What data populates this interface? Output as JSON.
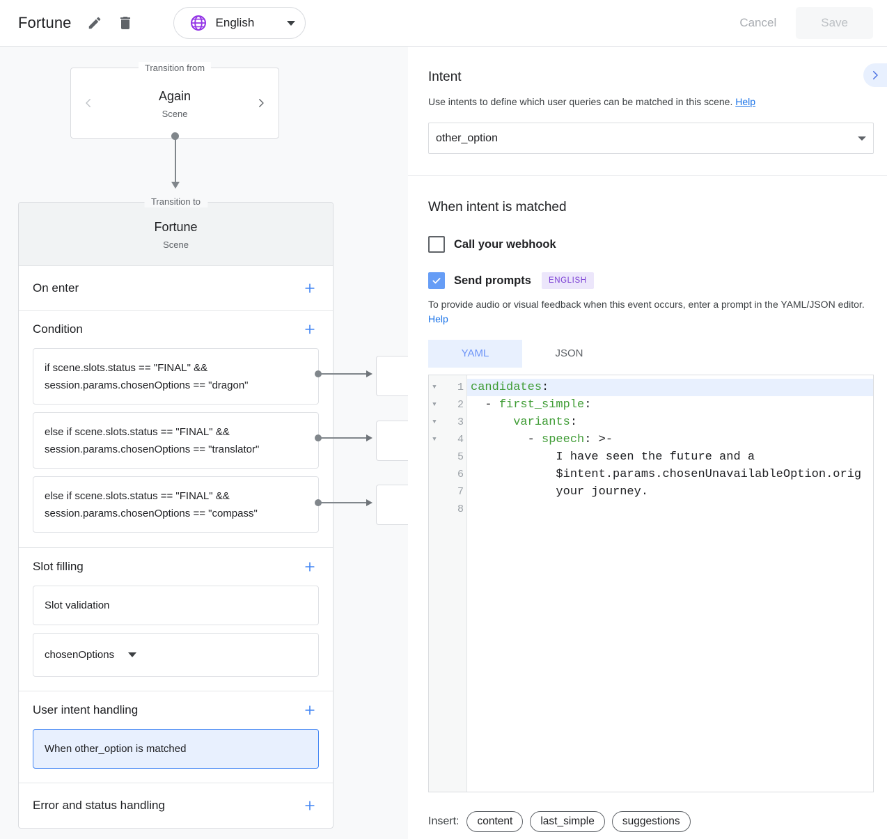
{
  "topbar": {
    "scene_title": "Fortune",
    "edit_icon": "pencil-icon",
    "delete_icon": "trash-icon",
    "language": "English",
    "globe_icon": "globe-icon",
    "cancel_label": "Cancel",
    "save_label": "Save"
  },
  "left": {
    "transition_from": {
      "legend": "Transition from",
      "name": "Again",
      "type": "Scene"
    },
    "transition_to": {
      "legend": "Transition to",
      "name": "Fortune",
      "type": "Scene"
    },
    "sections": [
      {
        "title": "On enter",
        "add": "+"
      },
      {
        "title": "Condition",
        "add": "+"
      },
      {
        "title": "Slot filling",
        "add": "+"
      },
      {
        "title": "User intent handling",
        "add": "+"
      },
      {
        "title": "Error and status handling",
        "add": "+"
      }
    ],
    "conditions": [
      "if scene.slots.status == \"FINAL\" && session.params.chosenOptions == \"dragon\"",
      "else if scene.slots.status == \"FINAL\" && session.params.chosenOptions == \"translator\"",
      "else if scene.slots.status == \"FINAL\" && session.params.chosenOptions == \"compass\""
    ],
    "slot_filling": [
      {
        "label": "Slot validation",
        "has_caret": false
      },
      {
        "label": "chosenOptions",
        "has_caret": true
      }
    ],
    "user_intent_handling": [
      {
        "label": "When other_option is matched",
        "selected": true
      }
    ]
  },
  "right": {
    "expand_icon": "chevron-right-icon",
    "intent": {
      "heading": "Intent",
      "description": "Use intents to define which user queries can be matched in this scene.",
      "help_label": "Help",
      "selected_intent": "other_option"
    },
    "when_matched": {
      "heading": "When intent is matched",
      "webhook_label": "Call your webhook",
      "webhook_checked": false,
      "prompts_label": "Send prompts",
      "prompts_checked": true,
      "language_badge": "ENGLISH",
      "description": "To provide audio or visual feedback when this event occurs, enter a prompt in the YAML/JSON editor.",
      "help_label": "Help"
    },
    "editor_tabs": [
      {
        "label": "YAML",
        "active": true
      },
      {
        "label": "JSON",
        "active": false
      }
    ],
    "editor": {
      "lines": [
        {
          "num": "1",
          "fold": true,
          "highlight": true,
          "segments": [
            {
              "t": "candidates",
              "c": "k"
            },
            {
              "t": ":",
              "c": "p"
            }
          ]
        },
        {
          "num": "2",
          "fold": true,
          "highlight": false,
          "segments": [
            {
              "t": "  - ",
              "c": "p"
            },
            {
              "t": "first_simple",
              "c": "k"
            },
            {
              "t": ":",
              "c": "p"
            }
          ]
        },
        {
          "num": "3",
          "fold": true,
          "highlight": false,
          "segments": [
            {
              "t": "      ",
              "c": "p"
            },
            {
              "t": "variants",
              "c": "k"
            },
            {
              "t": ":",
              "c": "p"
            }
          ]
        },
        {
          "num": "4",
          "fold": true,
          "highlight": false,
          "segments": [
            {
              "t": "        - ",
              "c": "p"
            },
            {
              "t": "speech",
              "c": "k"
            },
            {
              "t": ": >-",
              "c": "p"
            }
          ]
        },
        {
          "num": "5",
          "fold": false,
          "highlight": false,
          "segments": [
            {
              "t": "            I have seen the future and a",
              "c": "p"
            }
          ]
        },
        {
          "num": "6",
          "fold": false,
          "highlight": false,
          "segments": [
            {
              "t": "            $intent.params.chosenUnavailableOption.orig",
              "c": "p"
            }
          ]
        },
        {
          "num": "7",
          "fold": false,
          "highlight": false,
          "segments": [
            {
              "t": "            your journey.",
              "c": "p"
            }
          ]
        },
        {
          "num": "8",
          "fold": false,
          "highlight": false,
          "segments": [
            {
              "t": "",
              "c": "p"
            }
          ]
        }
      ]
    },
    "insert": {
      "label": "Insert:",
      "chips": [
        "content",
        "last_simple",
        "suggestions"
      ]
    }
  },
  "colors": {
    "accent_blue": "#4285f4",
    "link_blue": "#1a73e8",
    "purple": "#9334e6",
    "badge_purple": "#7b3fd4",
    "yaml_key_green": "#3f9c35",
    "checkbox_blue": "#669df6"
  }
}
